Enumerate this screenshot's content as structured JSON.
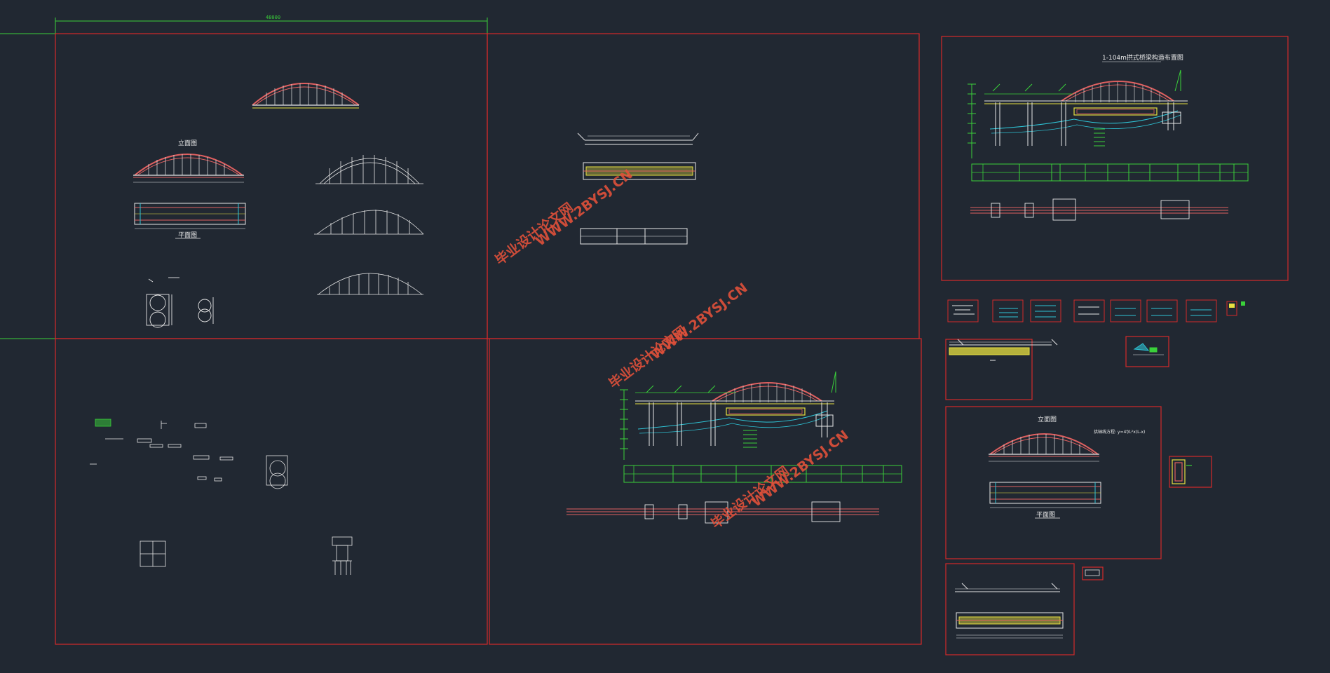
{
  "drawing": {
    "top_dimension": "48000",
    "colors": {
      "background": "#212832",
      "frame": "#d42a2a",
      "arch": "#e06060",
      "line_white": "#e8e8e8",
      "line_green": "#3ad13a",
      "line_cyan": "#2ec4d6",
      "line_yellow": "#e8e040",
      "watermark": "#e0503a"
    },
    "watermarks": [
      {
        "cn": "毕业设计论文网",
        "url": "WWW.2BYSJ.CN"
      },
      {
        "cn": "毕业设计论文网",
        "url": "WWW.2BYSJ.CN"
      },
      {
        "cn": "毕业设计论文网",
        "url": "WWW.2BYSJ.CN"
      }
    ],
    "labels": {
      "elevation_title_1": "立面图",
      "plan_title_1": "平面图",
      "section_title_right": "1-104m拱式桥梁构造布置图",
      "elevation_title_2": "立面图",
      "plan_title_2": "平面图",
      "note_right": "拱轴线方程: y=4f/L²x(L-x)"
    }
  }
}
